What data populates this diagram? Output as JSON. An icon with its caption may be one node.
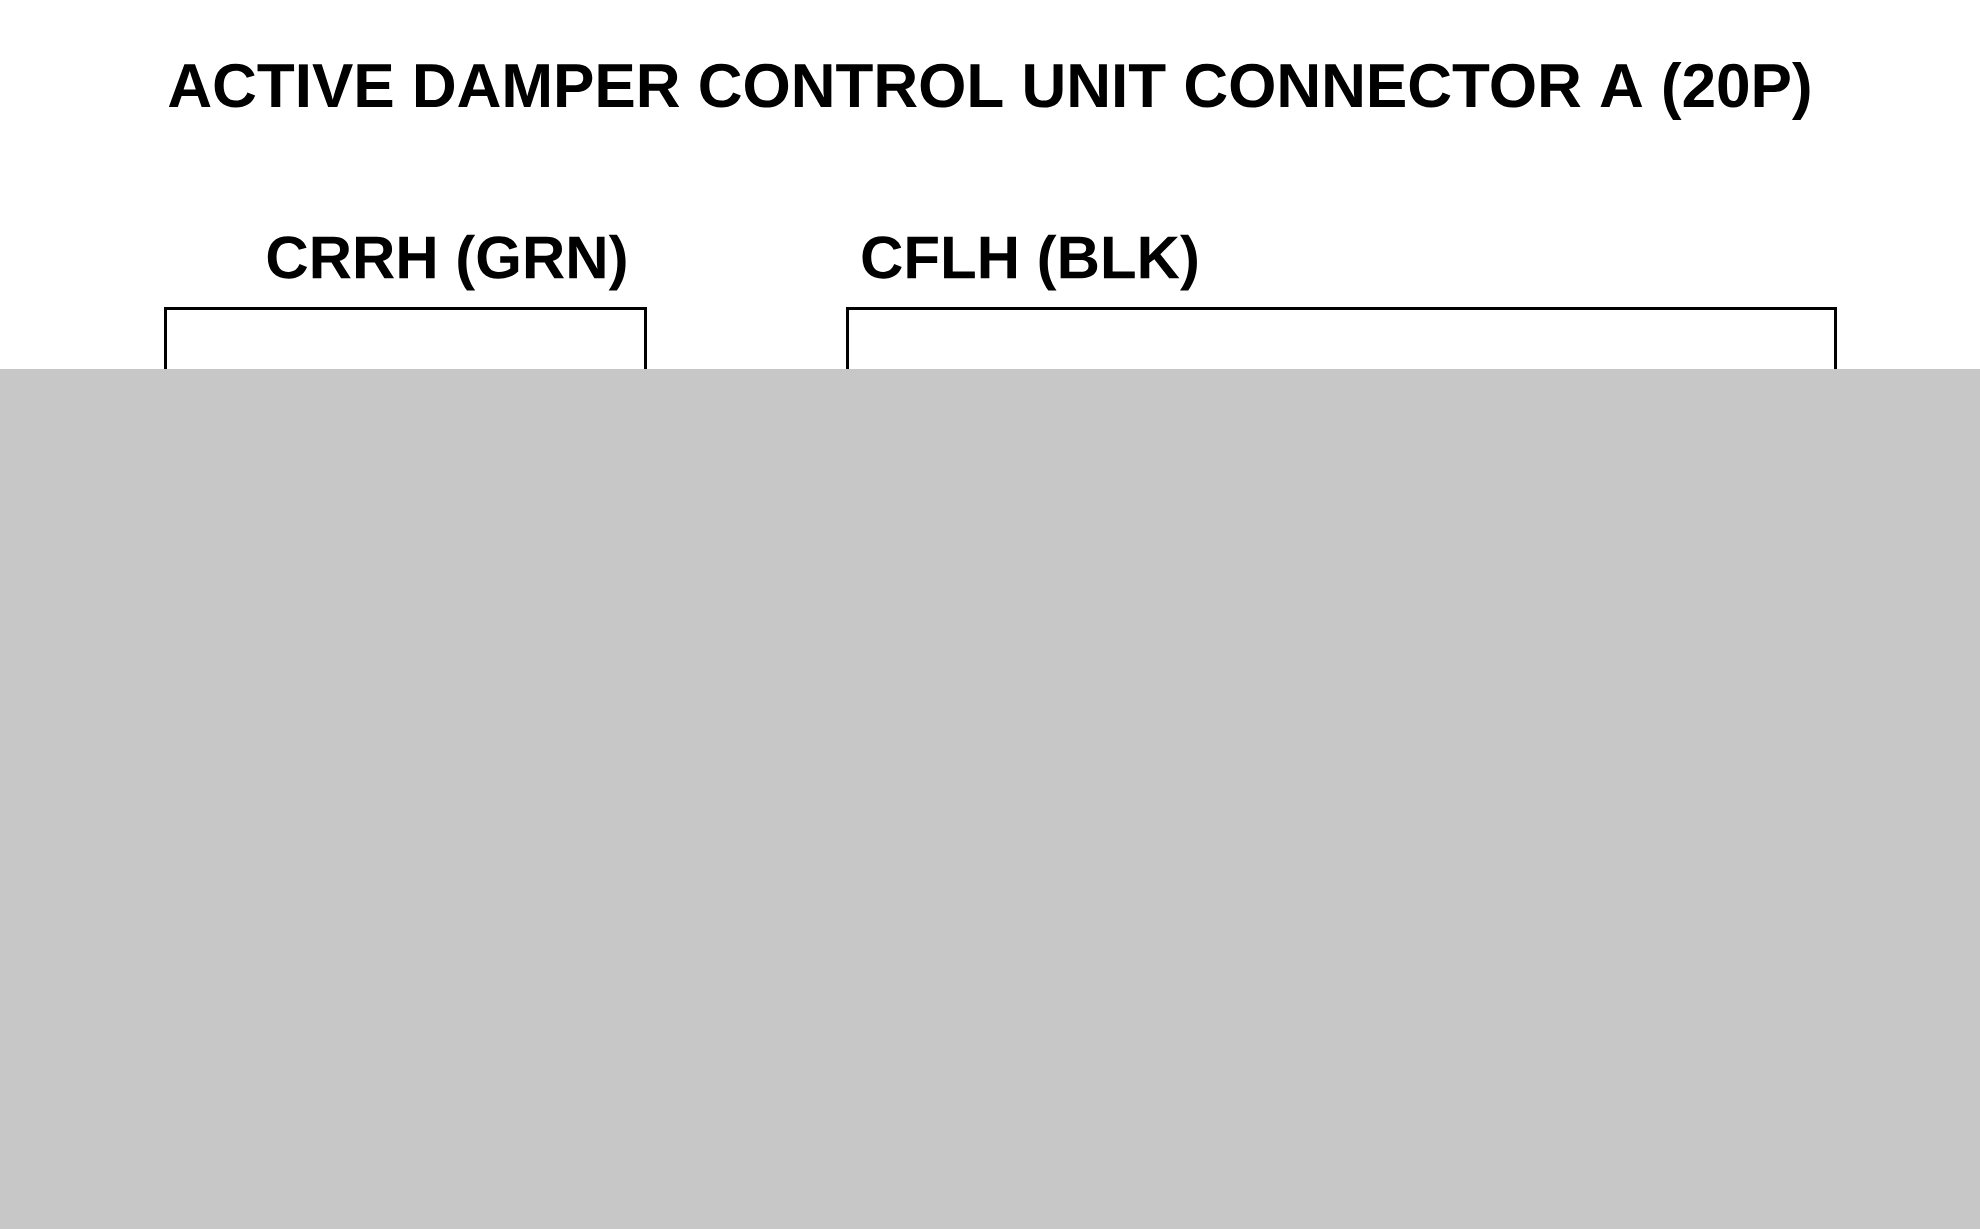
{
  "diagram": {
    "title": "ACTIVE DAMPER CONTROL UNIT CONNECTOR A (20P)",
    "nodes": [
      {
        "text": [
          "CRRH (GRN)"
        ]
      },
      {
        "text": [
          "CFLH (BLK)"
        ]
      }
    ]
  }
}
